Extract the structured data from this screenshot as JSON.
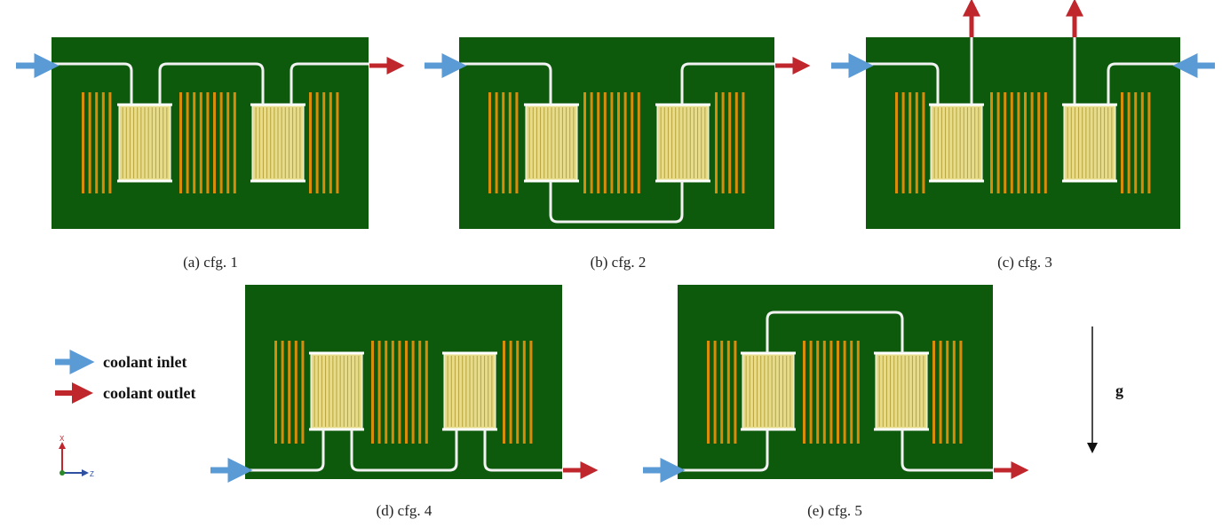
{
  "colors": {
    "board": "#0d5a0d",
    "pipe": "#f2f2f2",
    "rod": "#d98c0a",
    "core_fill": "#e6dc8c",
    "core_line": "#b8a43c",
    "inlet": "#5b9bd5",
    "outlet": "#c0272d"
  },
  "panels": [
    {
      "caption": "(a) cfg. 1"
    },
    {
      "caption": "(b) cfg. 2"
    },
    {
      "caption": "(c) cfg. 3"
    },
    {
      "caption": "(d) cfg. 4"
    },
    {
      "caption": "(e) cfg. 5"
    }
  ],
  "legend": {
    "inlet_label": "coolant inlet",
    "outlet_label": "coolant outlet"
  },
  "gravity_label": "g",
  "axes": {
    "x_label": "X",
    "z_label": "Z"
  }
}
